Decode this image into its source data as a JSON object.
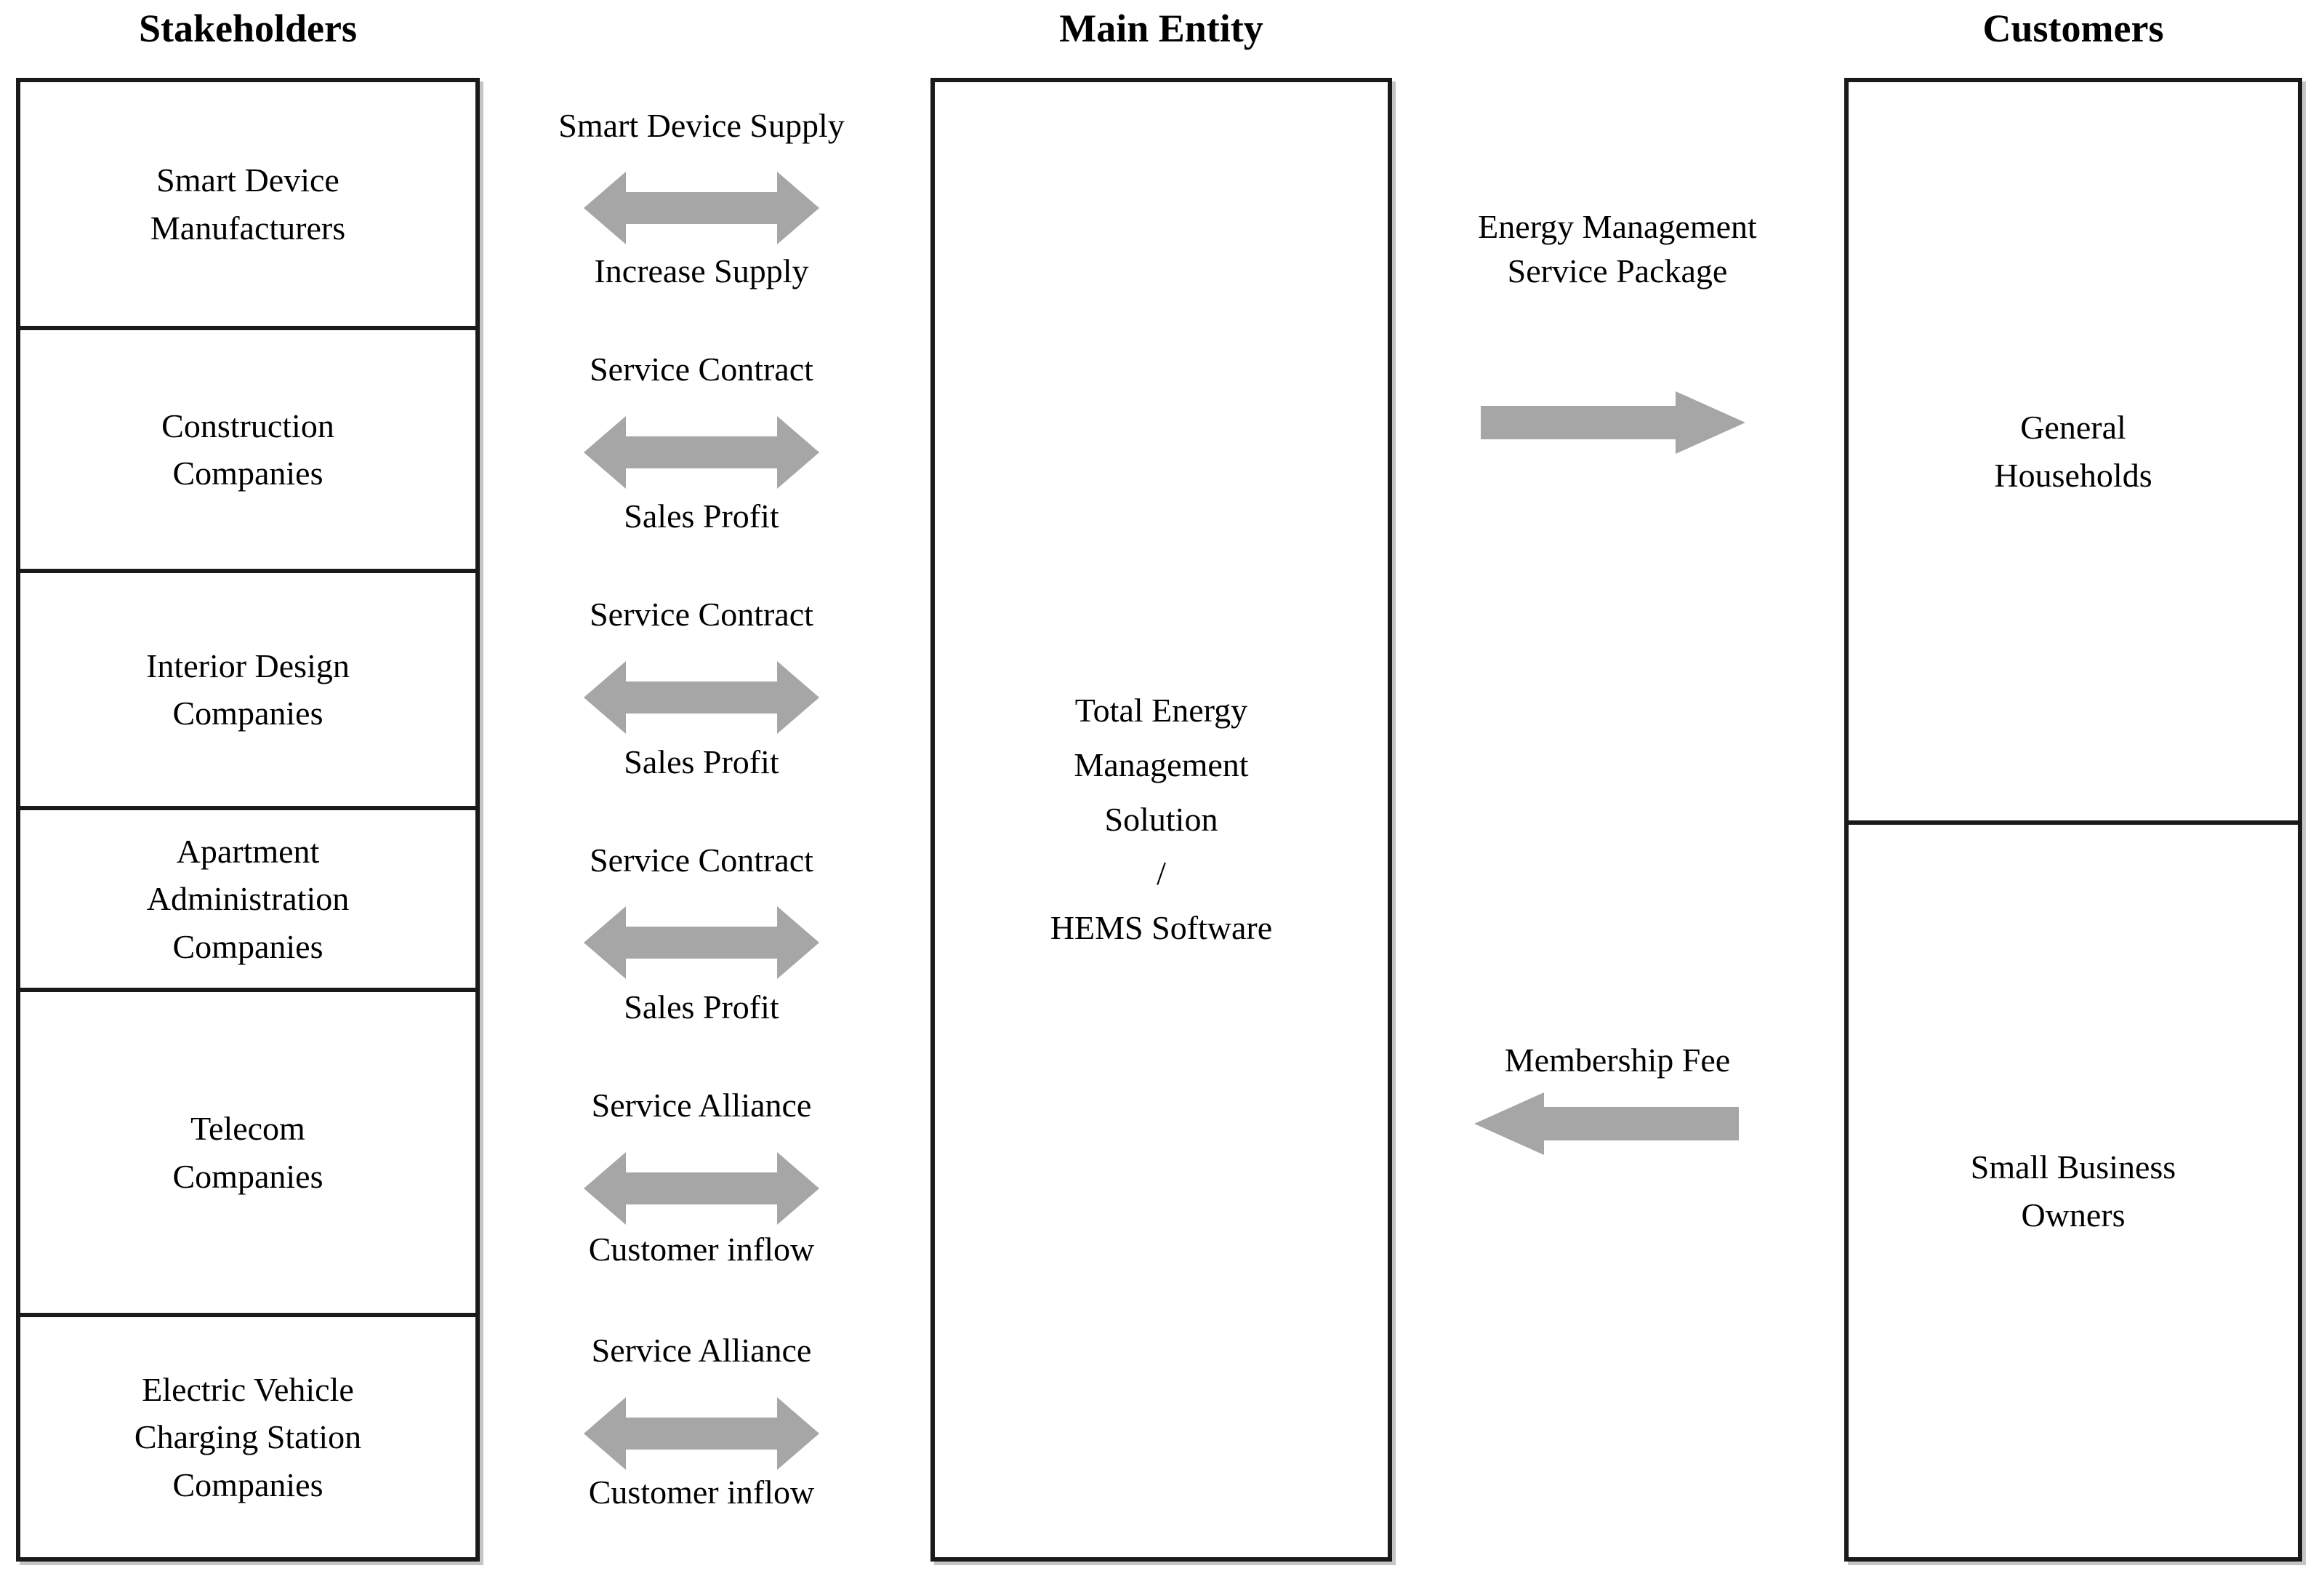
{
  "headings": {
    "stakeholders": "Stakeholders",
    "main_entity": "Main Entity",
    "customers": "Customers"
  },
  "colors": {
    "arrow": "#a6a6a6",
    "border": "#1a1a1a",
    "text": "#000000",
    "background": "#ffffff"
  },
  "stakeholders": {
    "items": [
      {
        "label": "Smart Device\nManufacturers"
      },
      {
        "label": "Construction\nCompanies"
      },
      {
        "label": "Interior Design\nCompanies"
      },
      {
        "label": "Apartment\nAdministration\nCompanies"
      },
      {
        "label": "Telecom\nCompanies"
      },
      {
        "label": "Electric Vehicle\nCharging Station\nCompanies"
      }
    ]
  },
  "main_entity": {
    "label": "Total Energy\nManagement\nSolution\n/\nHEMS Software"
  },
  "customers": {
    "items": [
      {
        "label": "General\nHouseholds"
      },
      {
        "label": "Small Business\nOwners"
      }
    ]
  },
  "stakeholder_flows": [
    {
      "top_label": "Smart Device Supply",
      "bottom_label": "Increase Supply",
      "arrow": "double-headed-arrow"
    },
    {
      "top_label": "Service Contract",
      "bottom_label": "Sales Profit",
      "arrow": "double-headed-arrow"
    },
    {
      "top_label": "Service Contract",
      "bottom_label": "Sales Profit",
      "arrow": "double-headed-arrow"
    },
    {
      "top_label": "Service Contract",
      "bottom_label": "Sales Profit",
      "arrow": "double-headed-arrow"
    },
    {
      "top_label": "Service Alliance",
      "bottom_label": "Customer inflow",
      "arrow": "double-headed-arrow"
    },
    {
      "top_label": "Service Alliance",
      "bottom_label": "Customer inflow",
      "arrow": "double-headed-arrow"
    }
  ],
  "customer_flows": [
    {
      "label": "Energy Management\nService Package",
      "arrow": "right-arrow",
      "direction": "right"
    },
    {
      "label": "Membership Fee",
      "arrow": "left-arrow",
      "direction": "left"
    }
  ]
}
